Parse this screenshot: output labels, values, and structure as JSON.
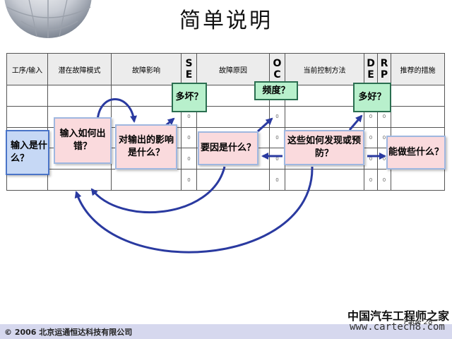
{
  "title": "简单说明",
  "headers": {
    "process": "工序/输入",
    "failure_mode": "潜在故障模式",
    "effect": "故障影响",
    "sev": "S E",
    "cause": "故障原因",
    "occ": "O C",
    "controls": "当前控制方法",
    "det": "D E",
    "rpn": "R P",
    "actions": "推荐的措施"
  },
  "cell_marker": "0",
  "boxes": {
    "input": "输入是什么？",
    "failure": "输入如何出错？",
    "effect": "对输出的影响是什么？",
    "cause": "要因是什么？",
    "detect": "这些如何发现或预防？",
    "action": "能做些什么？"
  },
  "tags": {
    "severity": "多坏？",
    "occurrence": "频度？",
    "detection": "多好？"
  },
  "footer": {
    "copyright": "© 2006 北京运通恒达科技有限公司",
    "page": "Page 28"
  },
  "watermark": {
    "line1": "中国汽车工程师之家",
    "line2": "www.cartech8.com"
  },
  "colors": {
    "box_fill": "#fadadd",
    "input_box_fill": "#c6d8f5",
    "tag_fill": "#b8f0cc",
    "arrow": "#2a3aa0",
    "footer_bar": "#d6d8ee"
  }
}
